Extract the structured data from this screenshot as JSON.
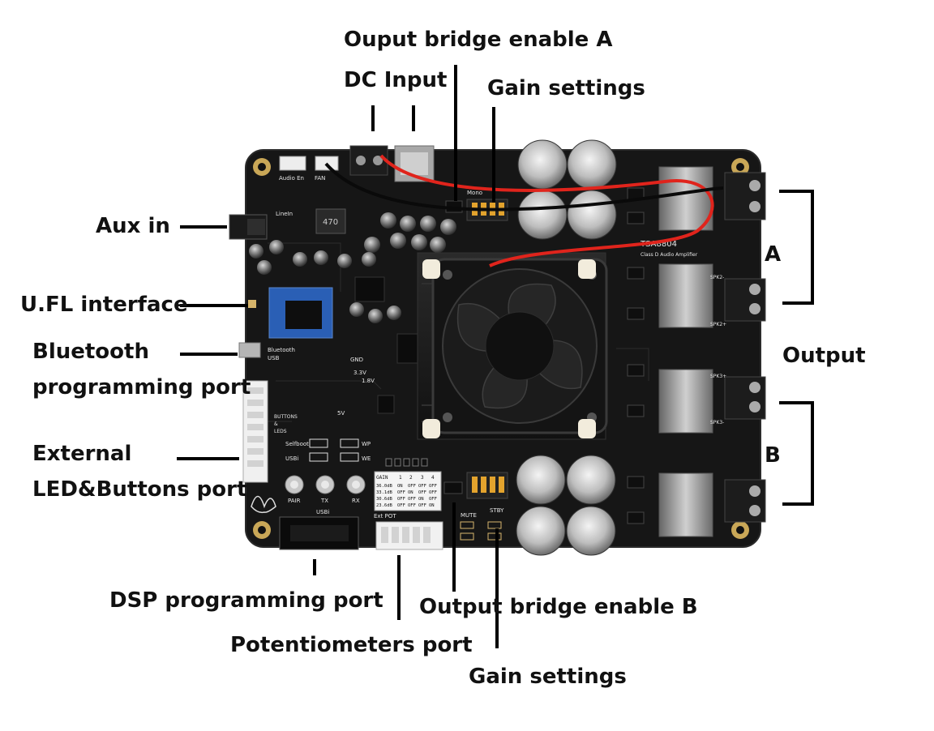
{
  "labels": {
    "output_bridge_enable_a": "Ouput bridge enable A",
    "dc_input": "DC Input",
    "gain_settings_top": "Gain settings",
    "aux_in": "Aux in",
    "ufl_interface": "U.FL interface",
    "bluetooth_line1": "Bluetooth",
    "bluetooth_line2": "programming port",
    "external_line1": "External",
    "external_line2": "LED&Buttons port",
    "dsp_programming_port": "DSP programming port",
    "potentiometers_port": "Potentiometers port",
    "output_bridge_enable_b": "Output bridge enable B",
    "gain_settings_bottom": "Gain settings",
    "output": "Output",
    "channel_a": "A",
    "channel_b": "B"
  },
  "board": {
    "silk_audio_en": "Audio En",
    "silk_fan": "FAN",
    "silk_linein": "LineIn",
    "silk_mono": "Mono",
    "silk_inductor": "470",
    "silk_bluetooth": "Bluetooth",
    "silk_usb": "USB",
    "silk_buttons": "BUTTONS",
    "silk_and": "&",
    "silk_leds": "LEDS",
    "silk_selfboot": "Selfboot",
    "silk_usbi": "USBi",
    "silk_wp": "WP",
    "silk_we": "WE",
    "silk_pair": "PAIR",
    "silk_tx": "TX",
    "silk_rx": "RX",
    "silk_usbi_header": "USBi",
    "silk_ext_pot": "Ext POT",
    "silk_mute": "MUTE",
    "silk_stby": "STBY",
    "silk_model": "TSA8804",
    "silk_model_sub": "Class D Audio Amplifier",
    "silk_spk2m": "SPK2-",
    "silk_spk2p": "SPK2+",
    "silk_spk3p": "SPK3+",
    "silk_spk3m": "SPK3-",
    "silk_gnd": "GND",
    "silk_33v": "3.3V",
    "silk_18v": "1.8V",
    "silk_5v": "5V",
    "gain_table": {
      "headers": [
        "GAIN",
        "1",
        "2",
        "3",
        "4"
      ],
      "rows": [
        [
          "36.0dB",
          "ON",
          "OFF",
          "OFF",
          "OFF"
        ],
        [
          "33.1dB",
          "OFF",
          "ON",
          "OFF",
          "OFF"
        ],
        [
          "30.6dB",
          "OFF",
          "OFF",
          "ON",
          "OFF"
        ],
        [
          "23.6dB",
          "OFF",
          "OFF",
          "OFF",
          "ON"
        ]
      ]
    }
  },
  "colors": {
    "pcb": "#161616",
    "wire_red": "#e0241c",
    "label_text": "#111111"
  }
}
